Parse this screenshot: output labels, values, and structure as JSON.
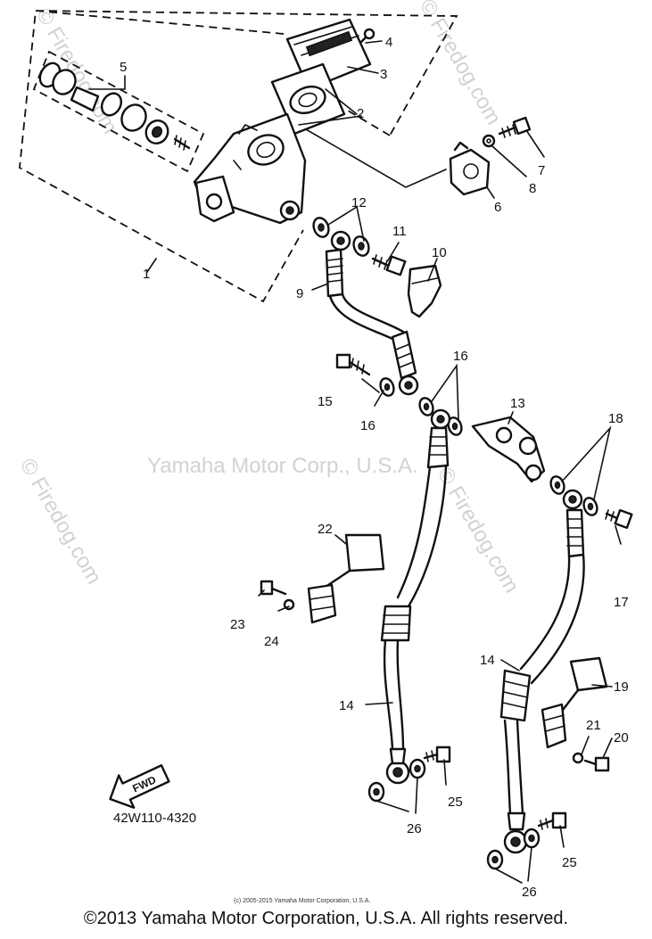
{
  "watermarks": {
    "site": "© Firedog.com",
    "company": "Yamaha Motor Corp., U.S.A."
  },
  "callouts": [
    "1",
    "2",
    "3",
    "4",
    "5",
    "6",
    "7",
    "8",
    "9",
    "10",
    "11",
    "12",
    "13",
    "14",
    "15",
    "16",
    "17",
    "18",
    "19",
    "20",
    "21",
    "22",
    "23",
    "24",
    "25",
    "26"
  ],
  "callout_14_second": "14",
  "callout_16_second": "16",
  "callout_25_second": "25",
  "callout_26_second": "26",
  "arrow_label": "FWD",
  "diagram_code": "42W110-4320",
  "small_notice": "(c) 2005-2015 Yamaha Motor Corporation, U.S.A.",
  "copyright": "©2013 Yamaha Motor Corporation, U.S.A. All rights reserved."
}
